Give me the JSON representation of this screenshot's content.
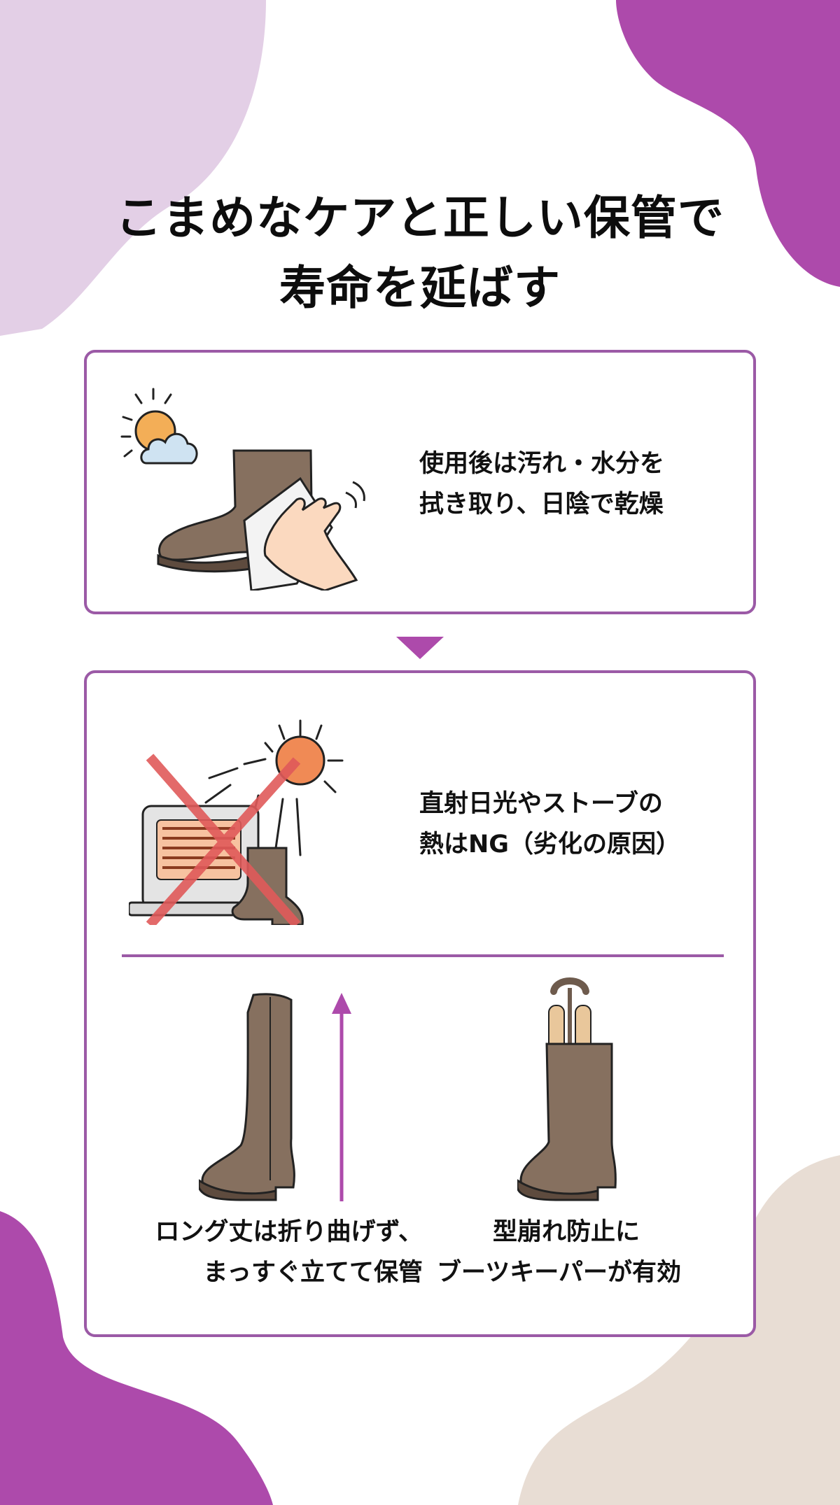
{
  "title": {
    "line1": "こまめなケアと正しい保管で",
    "line2": "寿命を延ばす"
  },
  "colors": {
    "accent_purple": "#ad4aab",
    "light_purple": "#e3cfe6",
    "beige": "#e8ddd4",
    "card_border": "#9b5aa6",
    "boot_brown": "#86705f",
    "ng_red": "#e05a5a"
  },
  "cards": [
    {
      "icon": "boot-wiping-icon",
      "caption_lines": [
        "使用後は汚れ・水分を",
        "拭き取り、日陰で乾燥"
      ]
    },
    {
      "icon": "heater-sun-ng-icon",
      "caption_lines": [
        "直射日光やストーブの",
        "熱はNG（劣化の原因）"
      ]
    }
  ],
  "arrow_icon": "down-triangle-icon",
  "tips": [
    {
      "icon": "upright-long-boot-icon",
      "caption_lines": [
        "ロング丈は折り曲げず、",
        "まっすぐ立てて保管"
      ]
    },
    {
      "icon": "boot-keeper-icon",
      "caption_lines": [
        "型崩れ防止に",
        "ブーツキーパーが有効"
      ]
    }
  ]
}
